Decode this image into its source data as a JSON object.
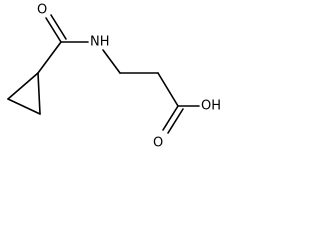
{
  "molecule": {
    "atoms": {
      "carbonyl_oxygen": "O",
      "amide_nitrogen": "NH",
      "hydroxyl": "OH",
      "acid_carbonyl_oxygen": "O"
    }
  }
}
